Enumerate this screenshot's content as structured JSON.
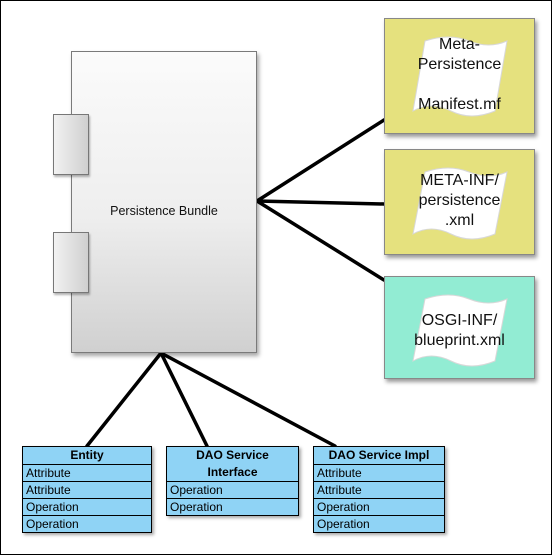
{
  "bundle": {
    "label": "Persistence Bundle"
  },
  "files": [
    {
      "text": "Meta-\nPersistence\n\nManifest.mf",
      "color": "#e5e17e"
    },
    {
      "text": "META-INF/\npersistence\n.xml",
      "color": "#e5e17e"
    },
    {
      "text": "OSGI-INF/\nblueprint.xml",
      "color": "#92ecd3"
    }
  ],
  "classes": [
    {
      "title": "Entity",
      "rows": [
        "Attribute",
        "Attribute",
        "Operation",
        "Operation"
      ]
    },
    {
      "title": "DAO Service\nInterface",
      "rows": [
        "Operation",
        "Operation"
      ]
    },
    {
      "title": "DAO Service Impl",
      "rows": [
        "Attribute",
        "Attribute",
        "Operation",
        "Operation"
      ]
    }
  ]
}
